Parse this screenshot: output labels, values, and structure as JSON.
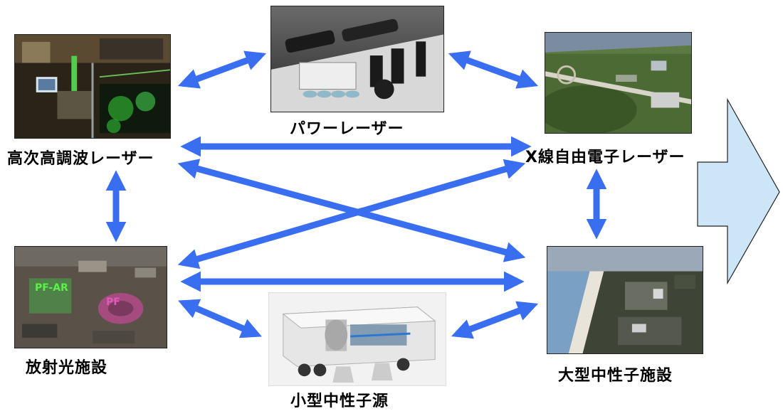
{
  "nodes": {
    "hhg_laser": {
      "label": "高次高調波レーザー"
    },
    "power_laser": {
      "label": "パワーレーザー"
    },
    "xfel": {
      "label": "X線自由電子レーザー"
    },
    "synchrotron": {
      "label": "放射光施設",
      "photo_text": [
        "PF-AR",
        "PF"
      ]
    },
    "large_neutron": {
      "label": "大型中性子施設"
    },
    "compact_neutron": {
      "label": "小型中性子源"
    }
  },
  "colors": {
    "arrow": "#3a6ef0",
    "big_arrow_fill": "#cde6f7",
    "big_arrow_stroke": "#222222"
  }
}
